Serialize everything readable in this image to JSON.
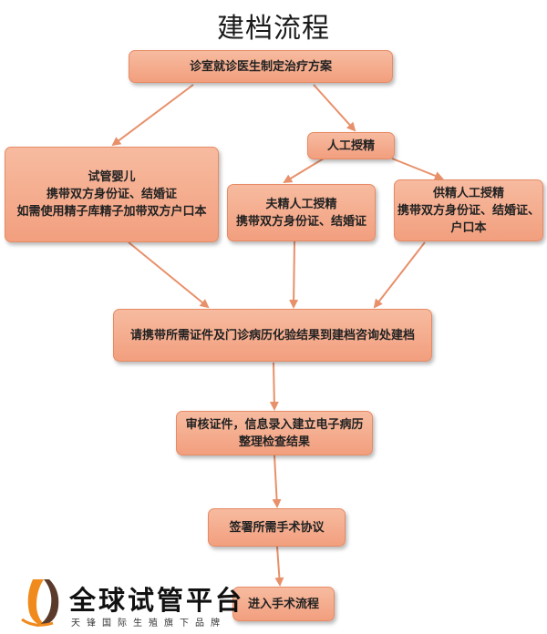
{
  "title": "建档流程",
  "nodes": {
    "doctor_plan": {
      "lines": [
        "诊室就诊医生制定治疗方案"
      ]
    },
    "artificial_insemination": {
      "lines": [
        "人工授精"
      ]
    },
    "ivf_baby": {
      "lines": [
        "试管婴儿",
        "携带双方身份证、结婚证",
        "如需使用精子库精子加带双方户口本"
      ]
    },
    "husband_sperm": {
      "lines": [
        "夫精人工授精",
        "携带双方身份证、结婚证"
      ]
    },
    "donor_sperm": {
      "lines": [
        "供精人工授精",
        "携带双方身份证、结婚证、",
        "户口本"
      ]
    },
    "bring_documents": {
      "lines": [
        "请携带所需证件及门诊病历化验结果到建档咨询处建档"
      ]
    },
    "review_docs": {
      "lines": [
        "审核证件，信息录入建立电子病历",
        "整理检查结果"
      ]
    },
    "sign_agreement": {
      "lines": [
        "签署所需手术协议"
      ]
    },
    "enter_surgery": {
      "lines": [
        "进入手术流程"
      ]
    }
  },
  "logo": {
    "name": "全球试管平台",
    "slogan": "天锋国际生殖旗下品牌"
  },
  "colors": {
    "box_top": "#f7bba0",
    "box_bottom": "#f29f7e",
    "arrow": "#e8906a",
    "logo_orange": "#f08a1c"
  }
}
